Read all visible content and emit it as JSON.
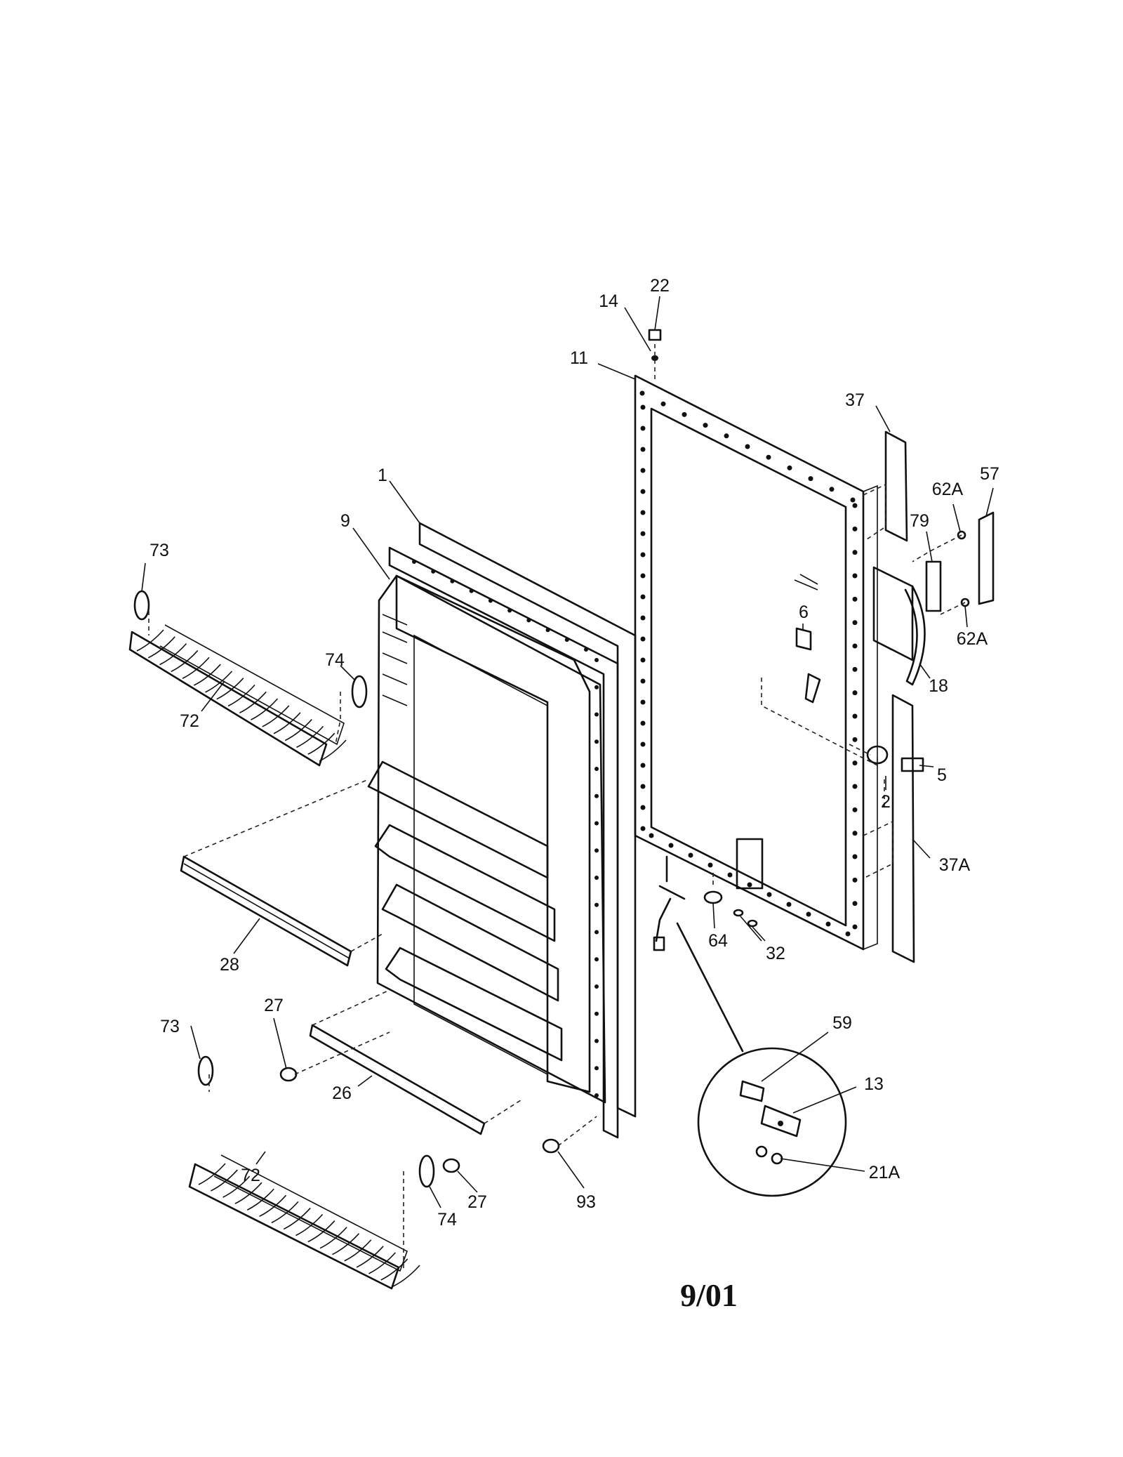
{
  "diagram": {
    "date_code": "9/01",
    "callouts": {
      "c22": "22",
      "c14": "14",
      "c11": "11",
      "c37": "37",
      "c57": "57",
      "c62a_top": "62A",
      "c79": "79",
      "c62a_bottom": "62A",
      "c18": "18",
      "c6": "6",
      "c5": "5",
      "c2": "2",
      "c37a": "37A",
      "c64": "64",
      "c32": "32",
      "c1": "1",
      "c9": "9",
      "c73_top": "73",
      "c74_top": "74",
      "c72_top": "72",
      "c28": "28",
      "c27_left": "27",
      "c73_bottom": "73",
      "c26": "26",
      "c72_bottom": "72",
      "c27_bottom": "27",
      "c74_bottom": "74",
      "c93": "93",
      "c59": "59",
      "c13": "13",
      "c21a": "21A"
    }
  }
}
